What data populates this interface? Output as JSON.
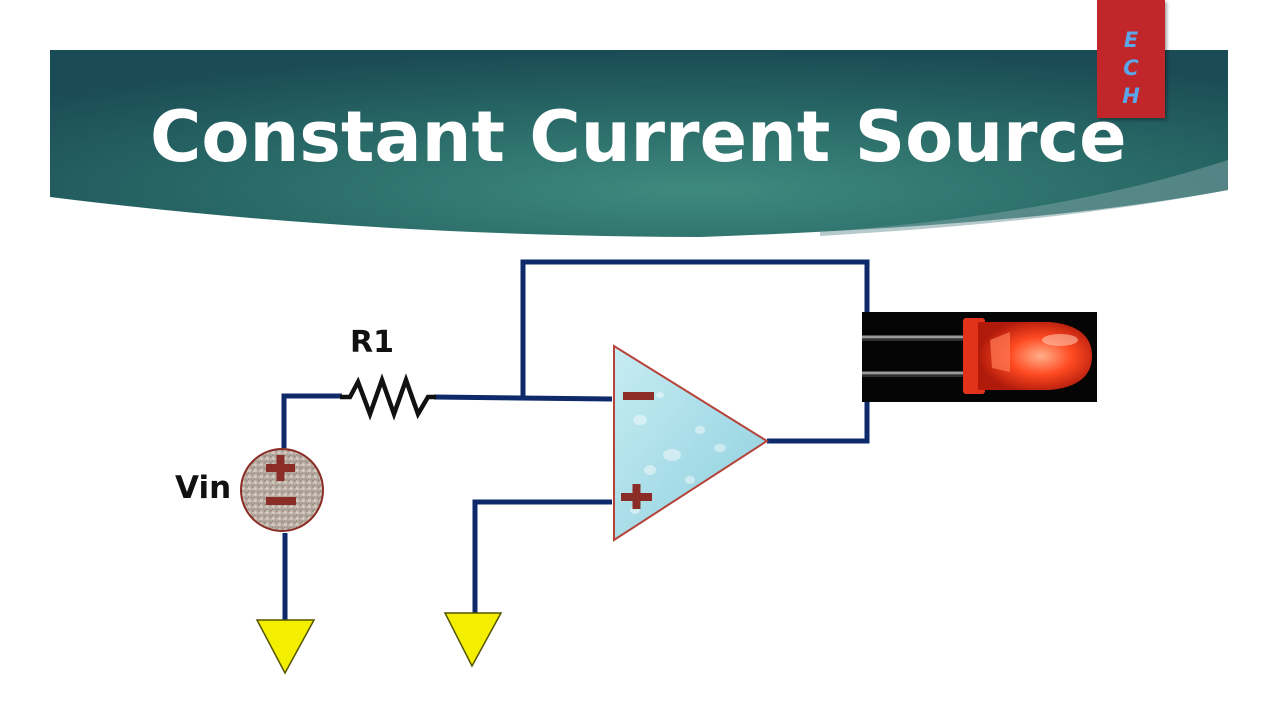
{
  "title": "Constant Current Source",
  "badge": {
    "letters": [
      "E",
      "C",
      "H"
    ]
  },
  "circuit": {
    "resistor_label": "R1",
    "source_label": "Vin",
    "opamp_inverting_symbol": "−",
    "opamp_noninverting_symbol": "+",
    "source_plus_symbol": "+",
    "source_minus_symbol": "−"
  },
  "colors": {
    "banner": "#1f5a5c",
    "banner_highlight": "#3a7f78",
    "badge": "#c0262a",
    "badge_text": "#5aa6e8",
    "wire": "#0e2a6b",
    "ground": "#f4ee00",
    "opamp_fill": "#a9dde8",
    "opamp_stroke": "#b5433a",
    "led": "#ff3b1f"
  },
  "icons": [
    "ground-symbol",
    "resistor-symbol",
    "voltage-source-symbol",
    "opamp-symbol",
    "led-photo"
  ]
}
